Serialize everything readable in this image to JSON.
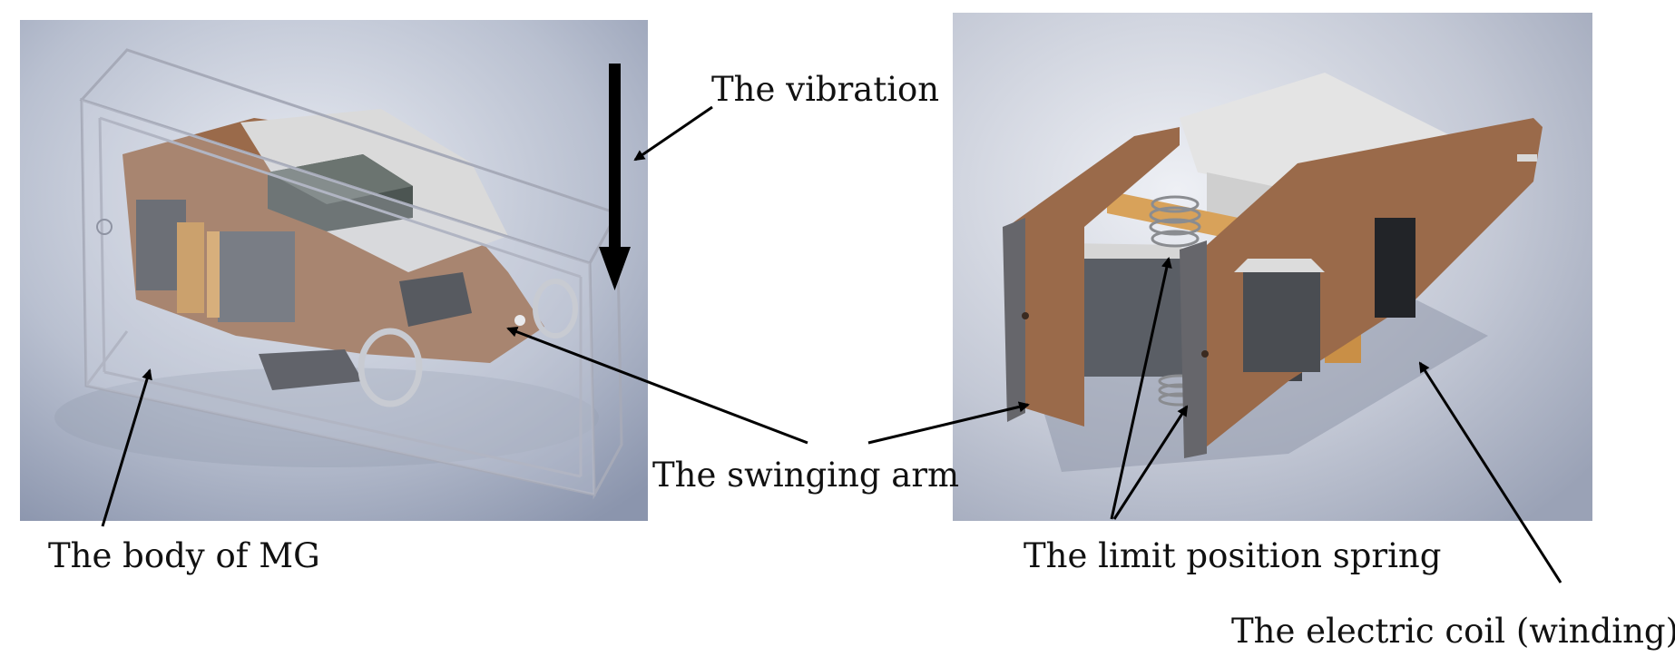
{
  "labels": {
    "vibration": "The vibration",
    "swinging_arm": "The swinging arm",
    "body": "The body of MG",
    "limit_spring": "The limit position spring",
    "electric_coil": "The electric coil (winding)"
  },
  "colors": {
    "arrow": "#000000",
    "text": "#111111",
    "background_gradient_light": "#e9ecf3",
    "background_gradient_dark": "#8b95ad",
    "arm_brown": "#9a6a4a",
    "enclosure_glass": "#c7cdd9",
    "magnet_dark": "#3b3d42",
    "coil_gray": "#6f7379",
    "plate_light": "#e4e4e4",
    "bracket_tan": "#d8a25a"
  }
}
